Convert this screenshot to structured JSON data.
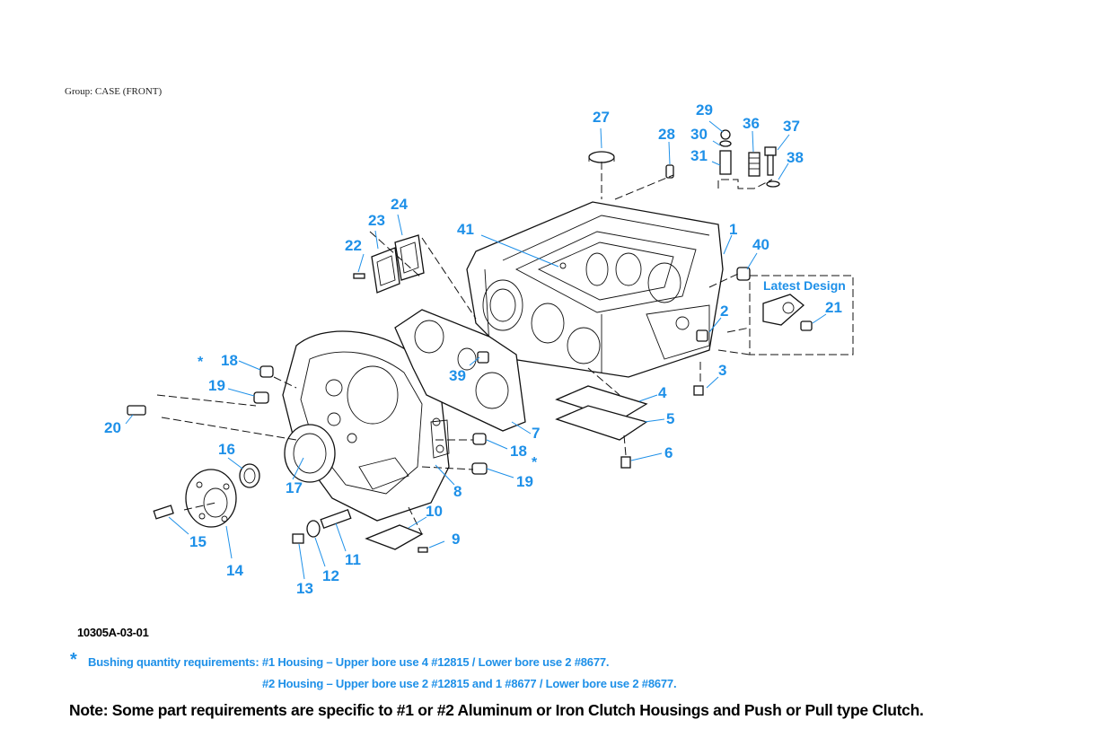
{
  "group_label": "Group: CASE (FRONT)",
  "figure_id": "10305A-03-01",
  "latest_design_label": "Latest Design",
  "callouts": [
    "1",
    "2",
    "3",
    "4",
    "5",
    "6",
    "7",
    "8",
    "9",
    "10",
    "11",
    "12",
    "13",
    "14",
    "15",
    "16",
    "17",
    "18",
    "19",
    "20",
    "21",
    "22",
    "23",
    "24",
    "27",
    "28",
    "29",
    "30",
    "31",
    "36",
    "37",
    "38",
    "39",
    "40",
    "41"
  ],
  "asterisk": "*",
  "bushing_note": {
    "line1": "Bushing quantity requirements: #1 Housing – Upper bore use 4 #12815  /  Lower bore use 2 #8677.",
    "line2": "#2 Housing – Upper bore use 2 #12815 and 1 #8677  /  Lower bore use 2 #8677."
  },
  "note": "Note: Some part requirements are specific to #1 or #2 Aluminum or Iron Clutch Housings and Push or Pull type Clutch.",
  "colors": {
    "callout": "#1e90e8",
    "line": "#111111"
  }
}
